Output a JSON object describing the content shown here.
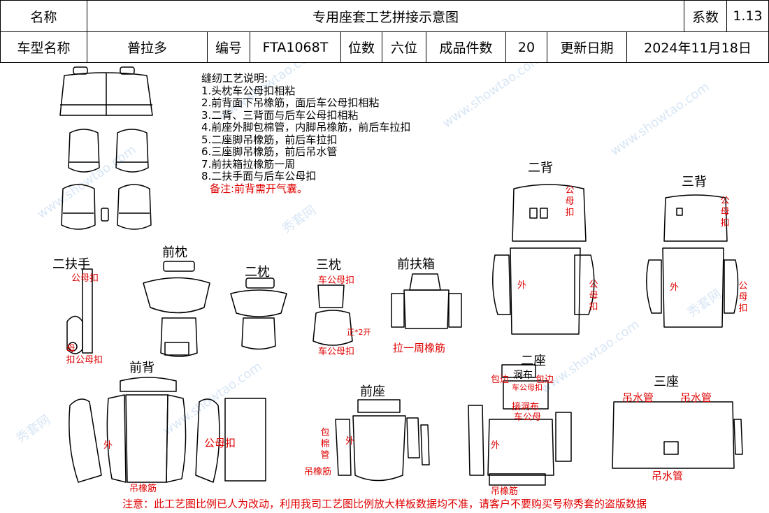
{
  "header": {
    "name_label": "名称",
    "title": "专用座套工艺拼接示意图",
    "coef_label": "系数",
    "coef_value": "1.13",
    "model_label": "车型名称",
    "model_value": "普拉多",
    "code_label": "编号",
    "code_value": "FTA1068T",
    "seats_label": "位数",
    "seats_value": "六位",
    "count_label": "成品件数",
    "count_value": "20",
    "update_label": "更新日期",
    "update_value": "2024年11月18日"
  },
  "notes": {
    "title": "缝纫工艺说明:",
    "items": [
      "1.头枕车公母扣相粘",
      "2.前背面下吊橡筋，面后车公母扣相粘",
      "3.二背、三背面与后车公母扣相粘",
      "4.前座外脚包棉管，内脚吊橡筋，前后车拉扣",
      "5.二座脚吊橡筋，前后车拉扣",
      "6.三座脚吊橡筋，前后吊水管",
      "7.前扶箱拉橡筋一周",
      "8.二扶手面与后车公母扣"
    ],
    "remark": "备注:前背需开气囊。"
  },
  "sections": {
    "armrest2": "二扶手",
    "head_front": "前枕",
    "head2": "二枕",
    "head3": "三枕",
    "front_box": "前扶箱",
    "back2": "二背",
    "back3": "三背",
    "front_back": "前背",
    "front_seat": "前座",
    "seat2": "二座",
    "seat3": "三座",
    "hole_cloth": "洞布"
  },
  "annotations": {
    "male_female_buckle": "公母扣",
    "outer": "外",
    "car_buckle": "车公母扣",
    "pull_band": "拉一周橡筋",
    "hang_band": "吊橡筋",
    "cotton_tube": "包棉管",
    "water_pipe": "吊水管",
    "edge": "包边",
    "hole_cloth_small": "接洞布",
    "open2": "正*2开",
    "car_buckle_short": "车公母",
    "male_vert": "公母扣",
    "male_vert2": "母扣"
  },
  "footer": "注意：此工艺图比例已人为改动，利用我司工艺图比例放大样板数据均不准，请客户不要购买号称秀套的盗版数据",
  "watermarks": [
    "秀套网",
    "www.showtao.com"
  ],
  "colors": {
    "line": "#000000",
    "accent": "#e00000",
    "watermark": "#d8e6f5"
  }
}
